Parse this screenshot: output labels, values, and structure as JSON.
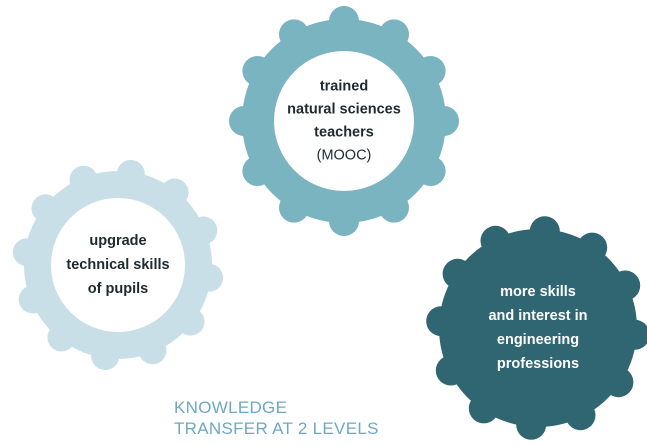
{
  "gears": [
    {
      "id": "gear-trained-teachers",
      "color": "#7ab4c1",
      "text_color": "#1f2a30",
      "lines": [
        {
          "text": "trained",
          "bold": true
        },
        {
          "text": "natural sciences",
          "bold": true
        },
        {
          "text": "teachers",
          "bold": true
        },
        {
          "text": "(MOOC)",
          "bold": false
        }
      ]
    },
    {
      "id": "gear-upgrade-skills",
      "color": "#c9dfe8",
      "text_color": "#1f2a30",
      "lines": [
        {
          "text": "upgrade",
          "bold": true
        },
        {
          "text": "technical skills",
          "bold": true
        },
        {
          "text": "of pupils",
          "bold": true
        }
      ]
    },
    {
      "id": "gear-more-skills",
      "color": "#2f6672",
      "text_color": "#ffffff",
      "lines": [
        {
          "text": "more skills",
          "bold": true
        },
        {
          "text": "and interest in",
          "bold": true
        },
        {
          "text": "engineering",
          "bold": true
        },
        {
          "text": "professions",
          "bold": true
        }
      ]
    }
  ],
  "caption": {
    "line1": "KNOWLEDGE",
    "line2": "TRANSFER AT 2 LEVELS",
    "color": "#6fa8c4"
  }
}
